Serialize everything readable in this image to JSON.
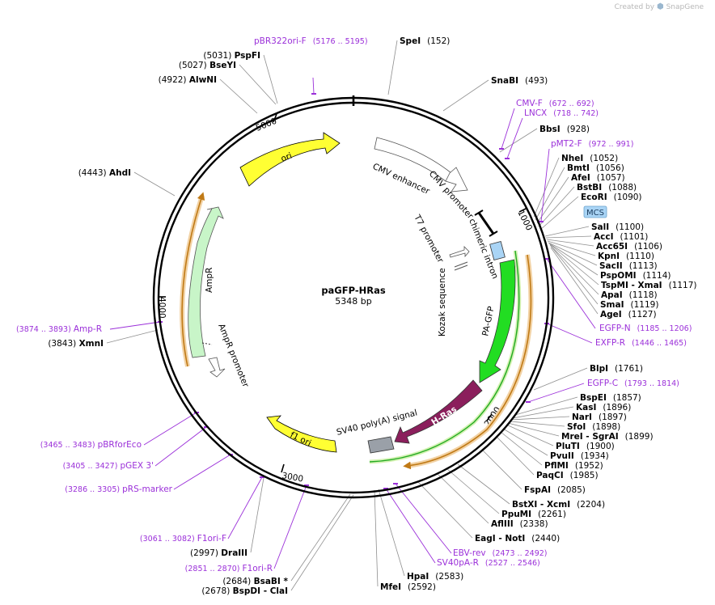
{
  "credit": {
    "prefix": "Created by",
    "brand": "SnapGene"
  },
  "plasmid": {
    "name": "paGFP-HRas",
    "length_label": "5348 bp",
    "bp": 5348
  },
  "ticks": [
    "1000",
    "2000",
    "3000",
    "4000",
    "5000"
  ],
  "features": [
    {
      "label": "CMV enhancer",
      "color": "#ffffff"
    },
    {
      "label": "CMV promoter",
      "color": "#ffffff"
    },
    {
      "label": "chimeric intron",
      "color": "#000000"
    },
    {
      "label": "T7 promoter",
      "color": "#ffffff"
    },
    {
      "label": "Kozak sequence",
      "color": "#ffffff"
    },
    {
      "label": "PA-GFP",
      "color": "#22dd22"
    },
    {
      "label": "H-Ras",
      "color": "#8b1f5c"
    },
    {
      "label": "SV40 poly(A) signal",
      "color": "#9aa0a8"
    },
    {
      "label": "f1 ori",
      "color": "#ffff33"
    },
    {
      "label": "AmpR",
      "color": "#c8f5c8"
    },
    {
      "label": "AmpR promoter",
      "color": "#ffffff"
    },
    {
      "label": "ori",
      "color": "#ffff33"
    },
    {
      "label": "MCS",
      "color": "#a9d4f5"
    }
  ],
  "right_sites": [
    {
      "name": "SpeI",
      "pos": "(152)"
    },
    {
      "name": "SnaBI",
      "pos": "(493)"
    },
    {
      "name": "BbsI",
      "pos": "(928)"
    },
    {
      "name": "NheI",
      "pos": "(1052)"
    },
    {
      "name": "BmtI",
      "pos": "(1056)"
    },
    {
      "name": "AfeI",
      "pos": "(1057)"
    },
    {
      "name": "BstBI",
      "pos": "(1088)"
    },
    {
      "name": "EcoRI",
      "pos": "(1090)"
    },
    {
      "name": "SalI",
      "pos": "(1100)"
    },
    {
      "name": "AccI",
      "pos": "(1101)"
    },
    {
      "name": "Acc65I",
      "pos": "(1106)"
    },
    {
      "name": "KpnI",
      "pos": "(1110)"
    },
    {
      "name": "SacII",
      "pos": "(1113)"
    },
    {
      "name": "PspOMI",
      "pos": "(1114)"
    },
    {
      "name": "TspMI - XmaI",
      "pos": "(1117)"
    },
    {
      "name": "ApaI",
      "pos": "(1118)"
    },
    {
      "name": "SmaI",
      "pos": "(1119)"
    },
    {
      "name": "AgeI",
      "pos": "(1127)"
    },
    {
      "name": "BlpI",
      "pos": "(1761)"
    },
    {
      "name": "BspEI",
      "pos": "(1857)"
    },
    {
      "name": "KasI",
      "pos": "(1896)"
    },
    {
      "name": "NarI",
      "pos": "(1897)"
    },
    {
      "name": "SfoI",
      "pos": "(1898)"
    },
    {
      "name": "MreI - SgrAI",
      "pos": "(1899)"
    },
    {
      "name": "PluTI",
      "pos": "(1900)"
    },
    {
      "name": "PvuII",
      "pos": "(1934)"
    },
    {
      "name": "PflMI",
      "pos": "(1952)"
    },
    {
      "name": "PaqCI",
      "pos": "(1985)"
    },
    {
      "name": "FspAI",
      "pos": "(2085)"
    },
    {
      "name": "BstXI - XcmI",
      "pos": "(2204)"
    },
    {
      "name": "PpuMI",
      "pos": "(2261)"
    },
    {
      "name": "AflIII",
      "pos": "(2338)"
    },
    {
      "name": "EagI - NotI",
      "pos": "(2440)"
    },
    {
      "name": "HpaI",
      "pos": "(2583)"
    },
    {
      "name": "MfeI",
      "pos": "(2592)"
    }
  ],
  "left_sites": [
    {
      "name": "PspFI",
      "pos": "(5031)"
    },
    {
      "name": "BseYI",
      "pos": "(5027)"
    },
    {
      "name": "AlwNI",
      "pos": "(4922)"
    },
    {
      "name": "AhdI",
      "pos": "(4443)"
    },
    {
      "name": "XmnI",
      "pos": "(3843)"
    },
    {
      "name": "DraIII",
      "pos": "(2997)"
    },
    {
      "name": "BsaBI *",
      "pos": "(2684)"
    },
    {
      "name": "BspDI - ClaI",
      "pos": "(2678)"
    }
  ],
  "primers": [
    {
      "name": "pBR322ori-F",
      "range": "(5176 .. 5195)"
    },
    {
      "name": "CMV-F",
      "range": "(672 .. 692)"
    },
    {
      "name": "LNCX",
      "range": "(718 .. 742)"
    },
    {
      "name": "pMT2-F",
      "range": "(972 .. 991)"
    },
    {
      "name": "EGFP-N",
      "range": "(1185 .. 1206)"
    },
    {
      "name": "EXFP-R",
      "range": "(1446 .. 1465)"
    },
    {
      "name": "EGFP-C",
      "range": "(1793 .. 1814)"
    },
    {
      "name": "EBV-rev",
      "range": "(2473 .. 2492)"
    },
    {
      "name": "SV40pA-R",
      "range": "(2527 .. 2546)"
    },
    {
      "name": "Amp-R",
      "range": "(3874 .. 3893)"
    },
    {
      "name": "pBRforEco",
      "range": "(3465 .. 3483)"
    },
    {
      "name": "pGEX 3'",
      "range": "(3405 .. 3427)"
    },
    {
      "name": "pRS-marker",
      "range": "(3286 .. 3305)"
    },
    {
      "name": "F1ori-F",
      "range": "(3061 .. 3082)"
    },
    {
      "name": "F1ori-R",
      "range": "(2851 .. 2870)"
    }
  ]
}
